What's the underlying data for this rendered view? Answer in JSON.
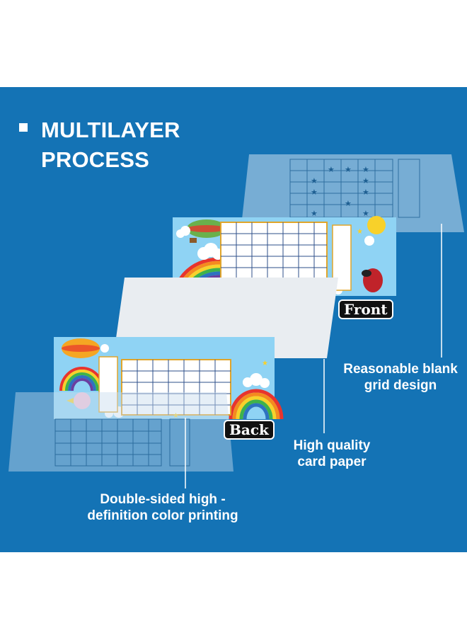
{
  "title": {
    "line1": "MULTILAYER",
    "line2": "PROCESS"
  },
  "labels": {
    "blank_grid": "Reasonable blank grid design",
    "card_paper": "High quality card paper",
    "printing": "Double-sided high -definition color printing"
  },
  "tags": {
    "front": "Front",
    "back": "Back"
  },
  "colors": {
    "background": "#1473b5",
    "card_sky": "#8fd3f4",
    "paper": "#e9edf1",
    "overlay": "#c8dced"
  },
  "icons": [
    "square-bullet-icon",
    "hot-air-balloon-icon",
    "rainbow-icon",
    "cloud-icon",
    "sun-icon",
    "star-icon",
    "airplane-icon",
    "unicorn-icon"
  ]
}
